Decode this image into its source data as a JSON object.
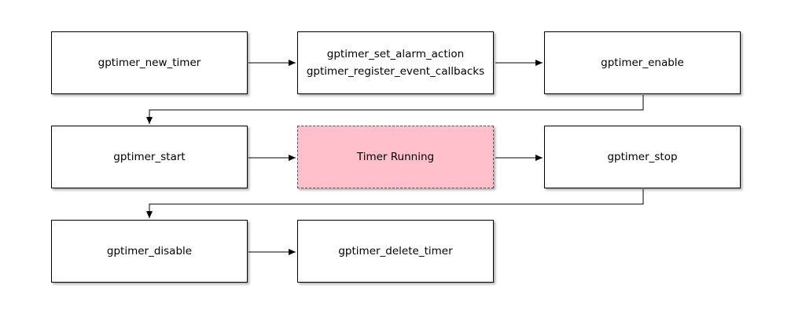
{
  "diagram": {
    "nodes": [
      {
        "id": "n1",
        "lines": [
          "gptimer_new_timer"
        ]
      },
      {
        "id": "n2",
        "lines": [
          "gptimer_set_alarm_action",
          "gptimer_register_event_callbacks"
        ]
      },
      {
        "id": "n3",
        "lines": [
          "gptimer_enable"
        ]
      },
      {
        "id": "n4",
        "lines": [
          "gptimer_start"
        ]
      },
      {
        "id": "n5",
        "lines": [
          "Timer Running"
        ]
      },
      {
        "id": "n6",
        "lines": [
          "gptimer_stop"
        ]
      },
      {
        "id": "n7",
        "lines": [
          "gptimer_disable"
        ]
      },
      {
        "id": "n8",
        "lines": [
          "gptimer_delete_timer"
        ]
      }
    ],
    "edges": [
      {
        "from": "n1",
        "to": "n2"
      },
      {
        "from": "n2",
        "to": "n3"
      },
      {
        "from": "n3",
        "to": "n4"
      },
      {
        "from": "n4",
        "to": "n5"
      },
      {
        "from": "n5",
        "to": "n6"
      },
      {
        "from": "n6",
        "to": "n7"
      },
      {
        "from": "n7",
        "to": "n8"
      }
    ],
    "colors": {
      "running_fill": "#ffc0cb",
      "node_fill": "#ffffff",
      "stroke": "#000000"
    }
  }
}
